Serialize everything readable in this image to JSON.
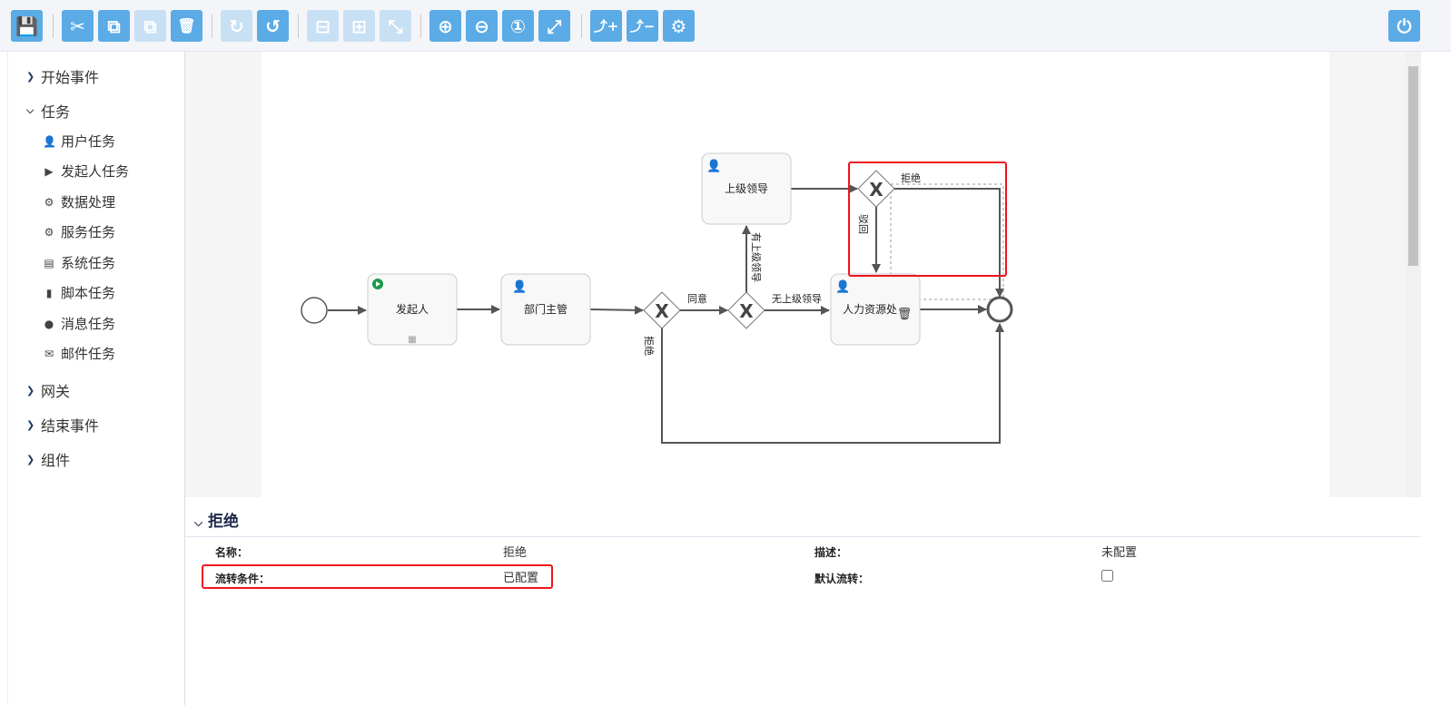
{
  "toolbar": {
    "buttons": [
      {
        "name": "save",
        "glyph": "💾",
        "enabled": true
      },
      {
        "name": "cut",
        "glyph": "✂",
        "enabled": true
      },
      {
        "name": "copy",
        "glyph": "⧉",
        "enabled": true
      },
      {
        "name": "paste",
        "glyph": "⧉",
        "enabled": false
      },
      {
        "name": "delete",
        "glyph": "🗑",
        "enabled": true
      },
      {
        "name": "redo",
        "glyph": "↻",
        "enabled": false
      },
      {
        "name": "undo",
        "glyph": "↺",
        "enabled": true
      },
      {
        "name": "align-horizontal",
        "glyph": "⊟",
        "enabled": false
      },
      {
        "name": "align-vertical",
        "glyph": "⊞",
        "enabled": false
      },
      {
        "name": "same-size",
        "glyph": "⤡",
        "enabled": false
      },
      {
        "name": "zoom-in",
        "glyph": "⊕",
        "enabled": true
      },
      {
        "name": "zoom-out",
        "glyph": "⊖",
        "enabled": true
      },
      {
        "name": "zoom-actual",
        "glyph": "①",
        "enabled": true
      },
      {
        "name": "zoom-fit",
        "glyph": "⤢",
        "enabled": true
      },
      {
        "name": "add-bendpoint",
        "glyph": "⤴+",
        "enabled": true
      },
      {
        "name": "remove-bendpoint",
        "glyph": "⤴−",
        "enabled": true
      },
      {
        "name": "settings",
        "glyph": "⚙",
        "enabled": true
      }
    ],
    "power_glyph": "⏻"
  },
  "sidebar": {
    "start_event": "开始事件",
    "task": "任务",
    "task_items": [
      {
        "label": "用户任务",
        "icon": "user-icon",
        "glyph": "👤"
      },
      {
        "label": "发起人任务",
        "icon": "play-circle-icon",
        "glyph": "▶"
      },
      {
        "label": "数据处理",
        "icon": "gear-icon",
        "glyph": "⚙"
      },
      {
        "label": "服务任务",
        "icon": "gear-icon",
        "glyph": "⚙"
      },
      {
        "label": "系统任务",
        "icon": "table-icon",
        "glyph": "▤"
      },
      {
        "label": "脚本任务",
        "icon": "script-icon",
        "glyph": "▮"
      },
      {
        "label": "消息任务",
        "icon": "message-icon",
        "glyph": "●"
      },
      {
        "label": "邮件任务",
        "icon": "envelope-icon",
        "glyph": "✉"
      }
    ],
    "gateway": "网关",
    "end_event": "结束事件",
    "component": "组件"
  },
  "diagram": {
    "tasks": {
      "initiator": "发起人",
      "dept_manager": "部门主管",
      "superior": "上级领导",
      "hr": "人力资源处"
    },
    "flows": {
      "agree": "同意",
      "reject1": "拒绝",
      "has_superior": "有上级领导",
      "no_superior": "无上级领导",
      "reject2": "拒绝",
      "return": "驳回"
    },
    "gateway_mark": "X"
  },
  "properties": {
    "title": "拒绝",
    "name_label": "名称：",
    "name_value": "拒绝",
    "desc_label": "描述：",
    "desc_value": "未配置",
    "condition_label": "流转条件：",
    "condition_value": "已配置",
    "default_label": "默认流转：",
    "default_checked": false
  }
}
